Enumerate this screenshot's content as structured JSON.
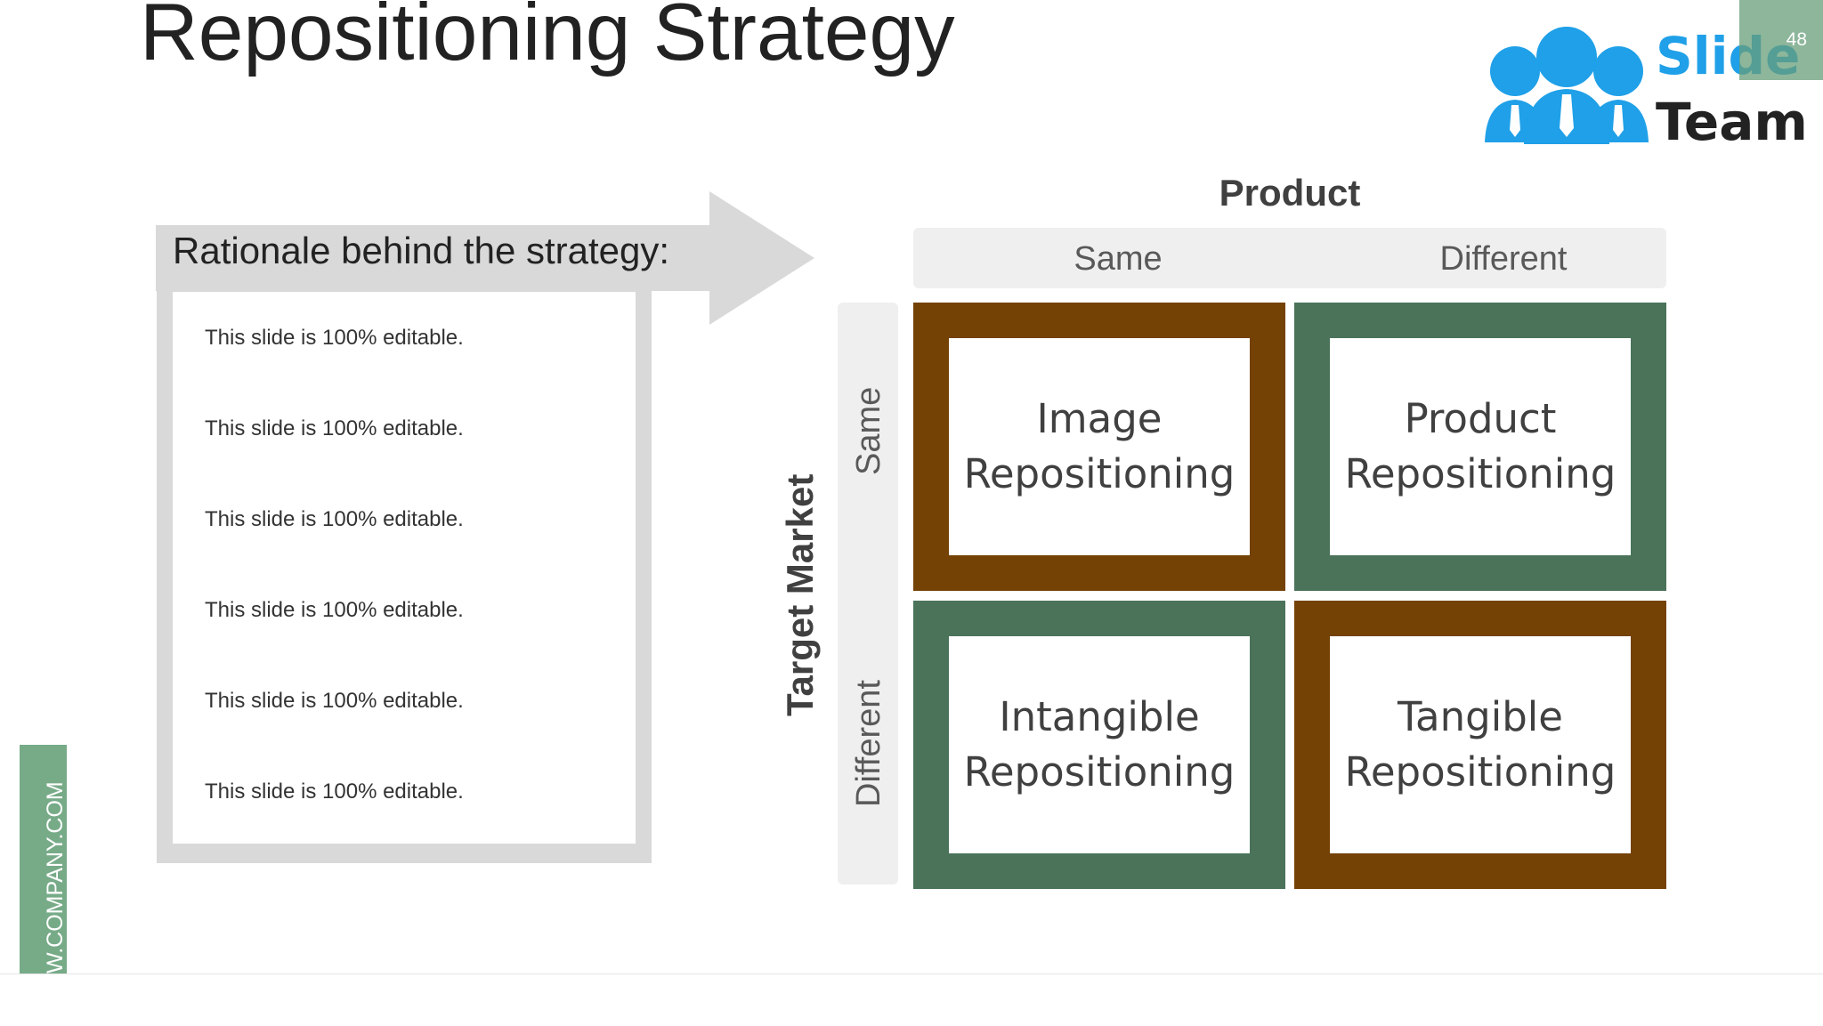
{
  "slide": {
    "title": "Repositioning Strategy",
    "page_number": "48"
  },
  "logo": {
    "line1": "Slide",
    "line2": "Team",
    "colors": {
      "blue": "#1fa0e8",
      "dark": "#222222"
    }
  },
  "side_strip": {
    "text": "W.COMPANY.COM",
    "color": "#77ab88"
  },
  "rationale": {
    "heading": "Rationale behind the strategy:",
    "items": [
      "This slide is 100% editable.",
      "This slide is 100% editable.",
      "This slide is 100% editable.",
      "This slide is 100% editable.",
      "This slide is 100% editable.",
      "This slide is 100% editable."
    ]
  },
  "matrix": {
    "column_axis": "Product",
    "columns": [
      "Same",
      "Different"
    ],
    "row_axis": "Target Market",
    "rows": [
      "Same",
      "Different"
    ],
    "cells": [
      {
        "line1": "Image",
        "line2": "Repositioning",
        "color": "#744205"
      },
      {
        "line1": "Product",
        "line2": "Repositioning",
        "color": "#4a735a"
      },
      {
        "line1": "Intangible",
        "line2": "Repositioning",
        "color": "#4a735a"
      },
      {
        "line1": "Tangible",
        "line2": "Repositioning",
        "color": "#744205"
      }
    ]
  }
}
